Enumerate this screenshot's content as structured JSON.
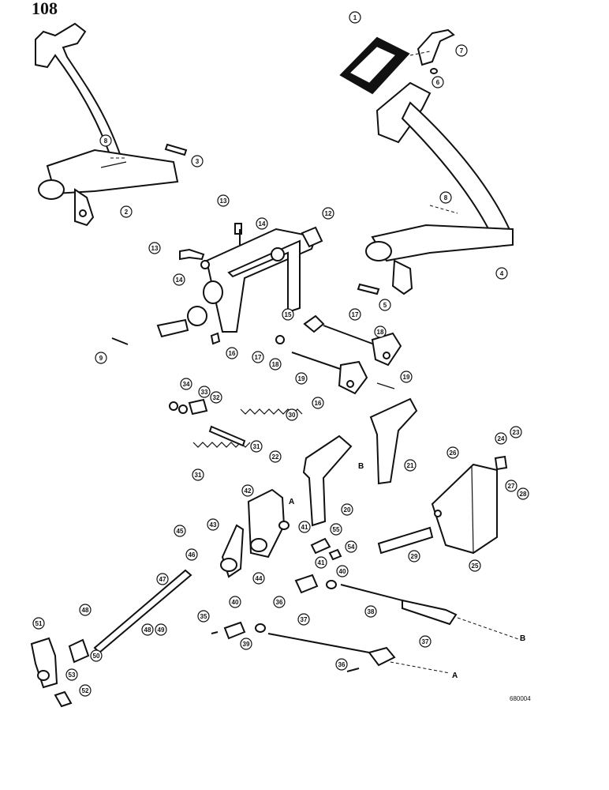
{
  "page": {
    "number": "108",
    "figure_code": "680004"
  },
  "reference_letters": {
    "a": "A",
    "b": "B"
  },
  "callouts": [
    "1",
    "2",
    "3",
    "4",
    "5",
    "6",
    "7",
    "8",
    "8",
    "9",
    "12",
    "13",
    "13",
    "14",
    "14",
    "15",
    "16",
    "16",
    "17",
    "17",
    "18",
    "18",
    "19",
    "19",
    "20",
    "21",
    "22",
    "23",
    "24",
    "25",
    "26",
    "27",
    "28",
    "29",
    "30",
    "31",
    "31",
    "32",
    "33",
    "34",
    "35",
    "36",
    "36",
    "37",
    "37",
    "38",
    "39",
    "40",
    "40",
    "41",
    "41",
    "42",
    "43",
    "44",
    "45",
    "46",
    "47",
    "48",
    "48",
    "49",
    "50",
    "51",
    "52",
    "53",
    "54",
    "55"
  ]
}
